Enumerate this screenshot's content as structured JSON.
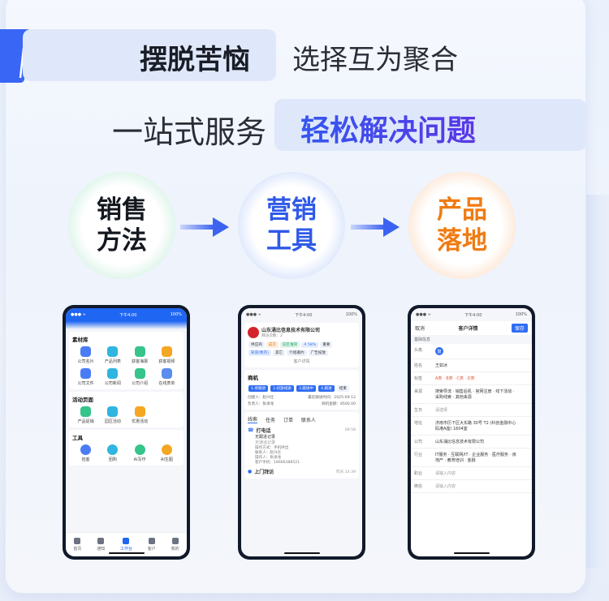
{
  "headline": {
    "line1_bold": "摆脱苦恼",
    "line1_light": "选择互为聚合",
    "line2_light": "一站式服务",
    "line2_bold": "轻松解决问题"
  },
  "steps": [
    {
      "line1": "销售",
      "line2": "方法"
    },
    {
      "line1": "营销",
      "line2": "工具"
    },
    {
      "line1": "产品",
      "line2": "落地"
    }
  ],
  "phone1": {
    "status": {
      "left": "●●● ≈",
      "time": "下午4:00",
      "battery": "100%"
    },
    "sections": [
      {
        "title": "素材库",
        "items": [
          "公司名片",
          "产品列表",
          "获客海报",
          "获客视频",
          "公司文件",
          "公司新闻",
          "公司介绍",
          "在线表单"
        ]
      },
      {
        "title": "活动页面",
        "items": [
          "产品促销",
          "园区活动",
          "优惠活动"
        ]
      },
      {
        "title": "工具",
        "items": [
          "拓客",
          "团购",
          "AI写作",
          "AI生图"
        ]
      }
    ],
    "tabs": [
      "首页",
      "通知",
      "工作台",
      "客户",
      "我的"
    ]
  },
  "phone2": {
    "status": {
      "left": "●●● ≈",
      "time": "下午4:00",
      "battery": "100%"
    },
    "company": "山东涌比信息技术有限公司",
    "visits": "拜访次数：2",
    "tags": [
      "供应商",
      "成交",
      "园区推管",
      "A 58%",
      "重要",
      "知道(数有)",
      "其它",
      "介绍邀约",
      "广告投放"
    ],
    "detail_link": "客户详情",
    "biz_title": "商机",
    "stages": [
      "1.待跟进",
      "2.初放线索",
      "3.跟进中",
      "4.跟进",
      "结束"
    ],
    "creator": "创建人：赵兴壮",
    "last_follow": "最近跟进时间：2025-09-12",
    "owner": "负责人：张承龙",
    "amount": "商机金额：8500.00",
    "subtabs": [
      "线索",
      "任务",
      "订单",
      "联系人"
    ],
    "call": {
      "title": "打电话",
      "time": "09:58",
      "l1": "无跟进记录",
      "l2": "无通话记录",
      "lines": [
        "操作方式：手机呼出",
        "联系人：赵兴壮",
        "操作人：张承龙",
        "客户手机：18666388521"
      ]
    },
    "visit": {
      "title": "上门拜访",
      "time": "昨天 14:39"
    }
  },
  "phone3": {
    "status": {
      "left": "●●● ≈",
      "time": "下午4:00",
      "battery": "100%"
    },
    "nav": {
      "cancel": "取消",
      "title": "客户详情",
      "save": "保存"
    },
    "section": "基础信息",
    "fields": [
      {
        "k": "头像",
        "v": "鼓"
      },
      {
        "k": "姓名",
        "v": "王如冰"
      },
      {
        "k": "标签",
        "v": "A类 · B类 · C类 · D类"
      },
      {
        "k": "来源",
        "v": "搜索导流 · 销售后机 · 官网注册 · 线下活动 · 采购线索 · 其他来源"
      },
      {
        "k": "生日",
        "v": "请选择"
      },
      {
        "k": "地址",
        "v": "济南市历下区大东路 30号 T2 (科创金融中心码港A座) 1604室"
      },
      {
        "k": "公司",
        "v": "山东涌比信息技术有限公司"
      },
      {
        "k": "行业",
        "v": "IT服务 · 互联网/IT · 企业服务 · 医疗服务 · 房地产 · 教育培训 · 金融"
      },
      {
        "k": "职业",
        "v": "请输入内容"
      },
      {
        "k": "微信",
        "v": "请输入内容"
      }
    ]
  }
}
